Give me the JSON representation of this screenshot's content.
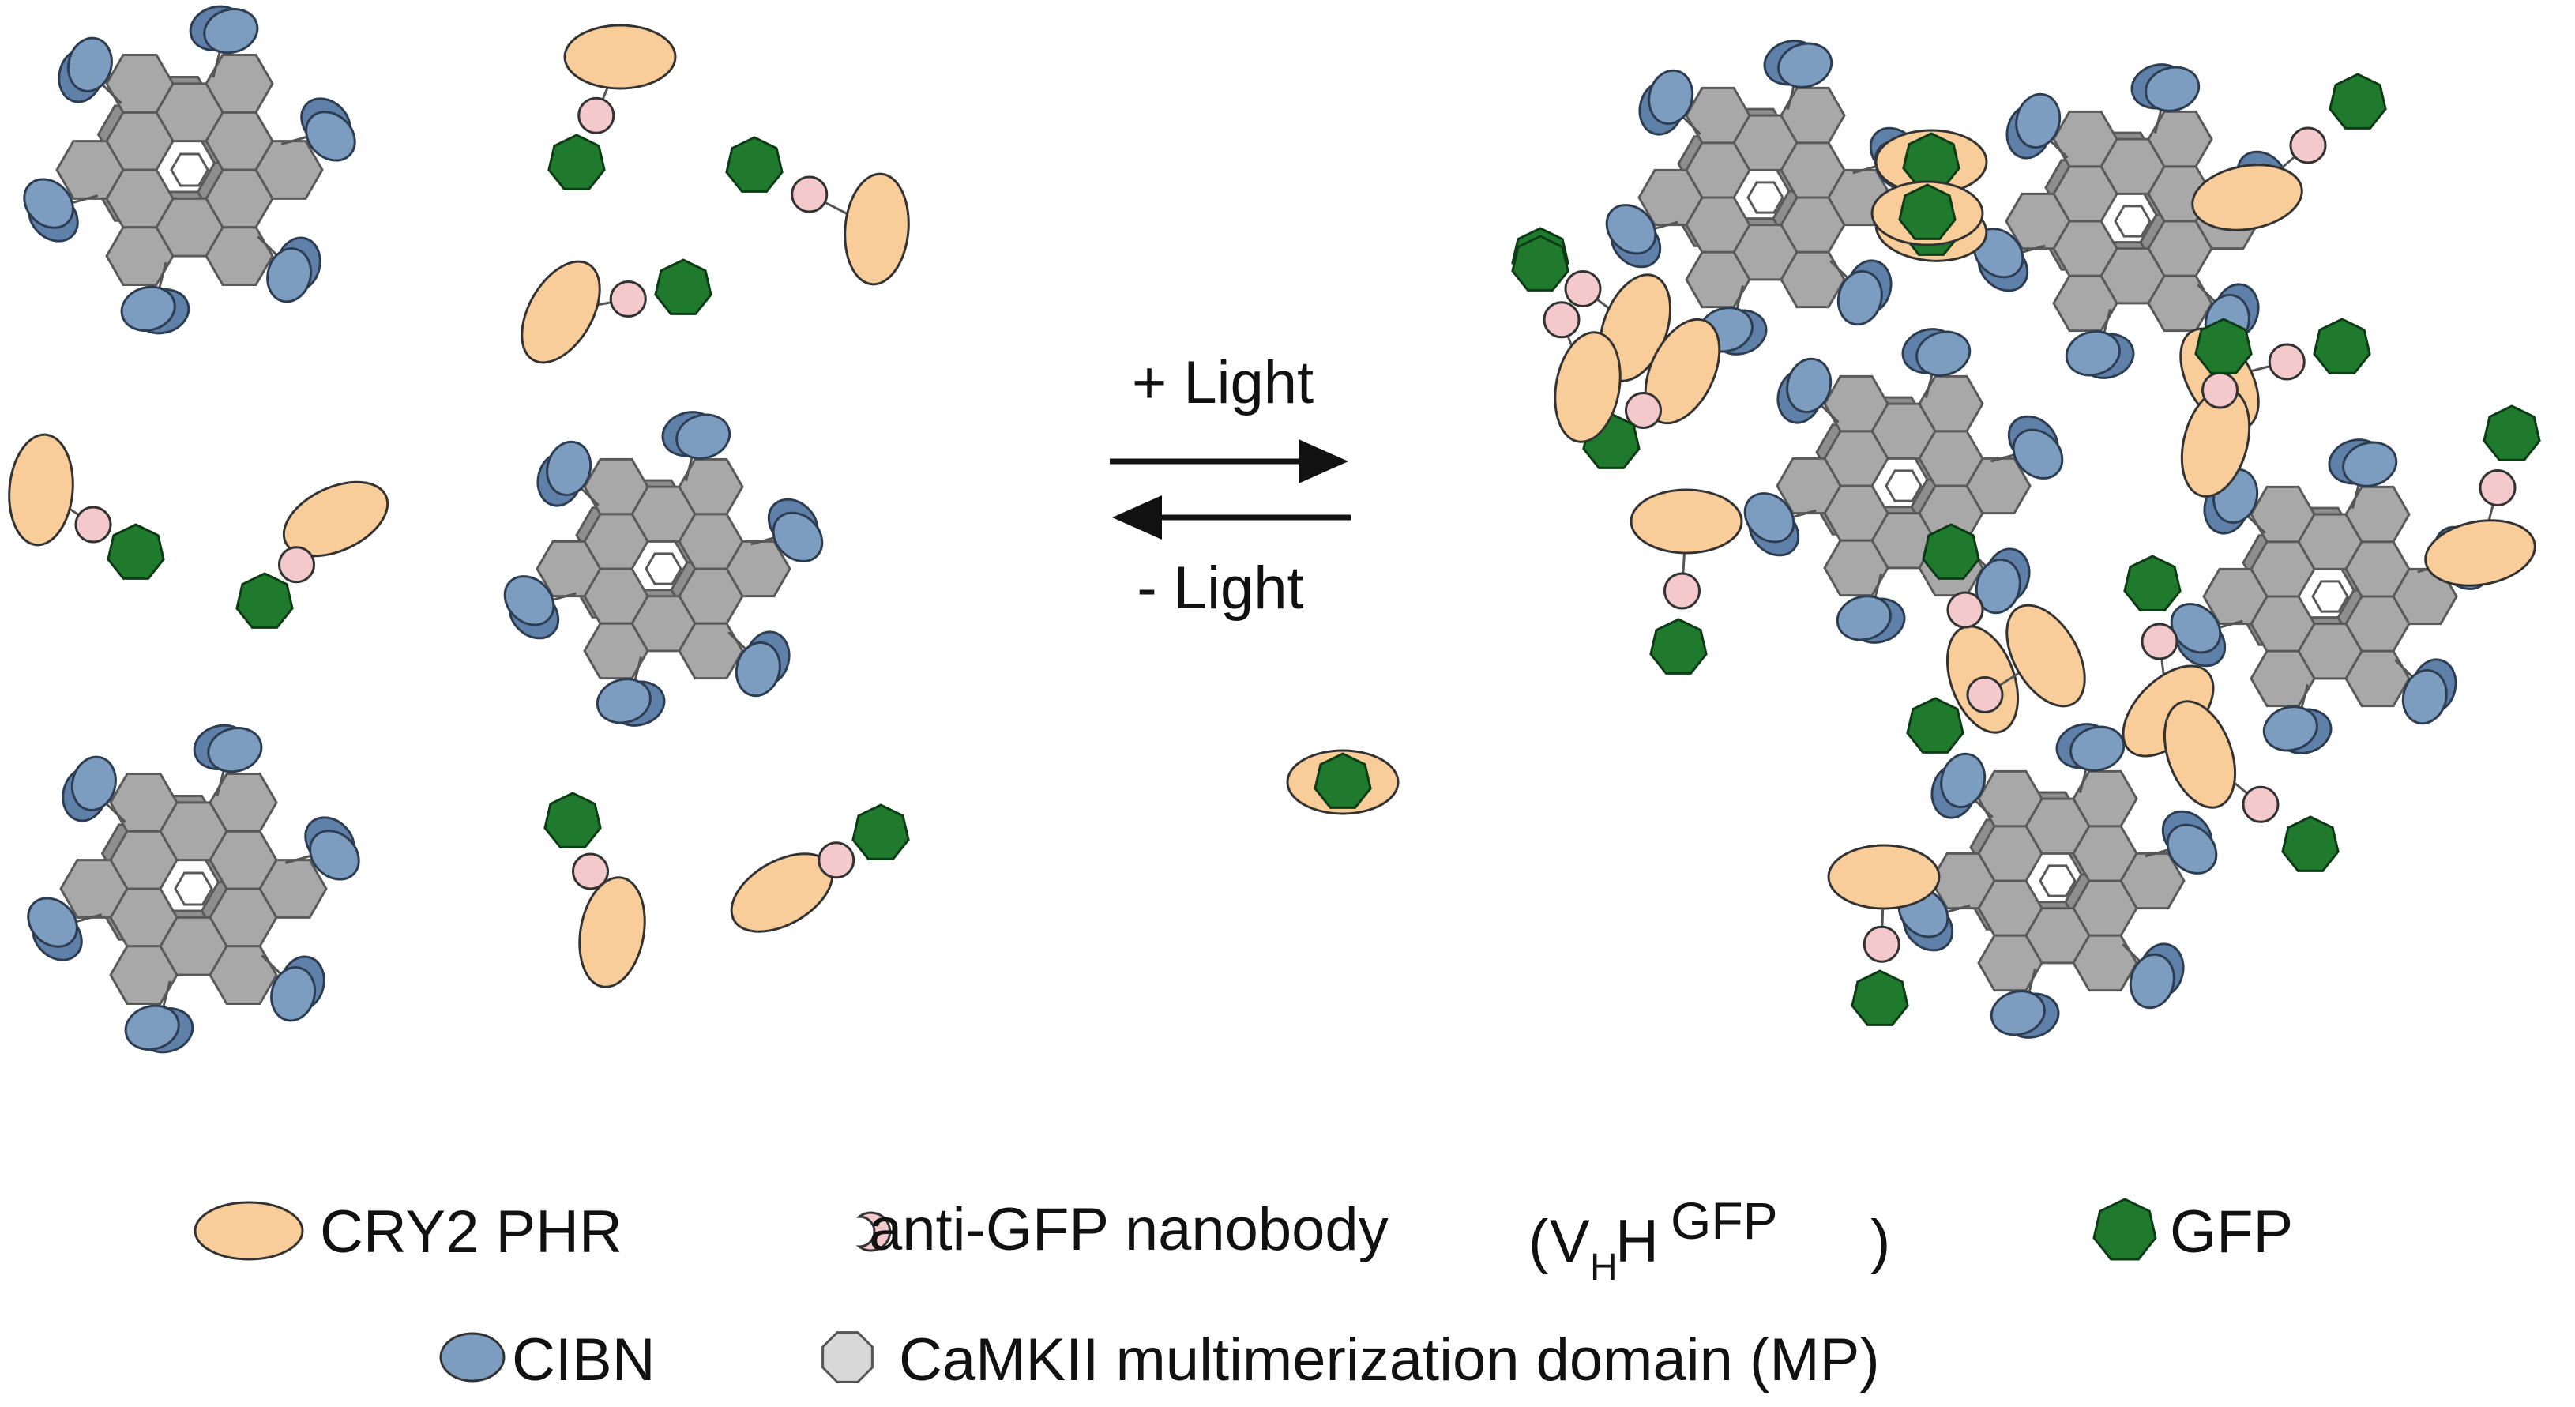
{
  "arrows": {
    "forward_label": "+ Light",
    "reverse_label": "- Light"
  },
  "legend": {
    "cry2": "CRY2 PHR",
    "nanobody": "anti-GFP nanobody",
    "vhh_v": "V",
    "vhh_h_sub": "H",
    "vhh_h": "H",
    "vhh_sup": "GFP",
    "vhh_open": "(",
    "vhh_close": ")",
    "gfp": "GFP",
    "cibn": "CIBN",
    "mp": "CaMKII multimerization domain (MP)"
  },
  "colors": {
    "cry2_fill": "#F9CD9A",
    "cry2_light_fill": "#FBE0C0",
    "cibn_fill": "#7C9CC0",
    "cibn_back": "#5F80A8",
    "hex_fill": "#A8A8A8",
    "hex_stroke": "#5a5a5a",
    "nanobody_fill": "#F3C9CC",
    "gfp_fill": "#1F7A2E",
    "arrow": "#111111"
  }
}
